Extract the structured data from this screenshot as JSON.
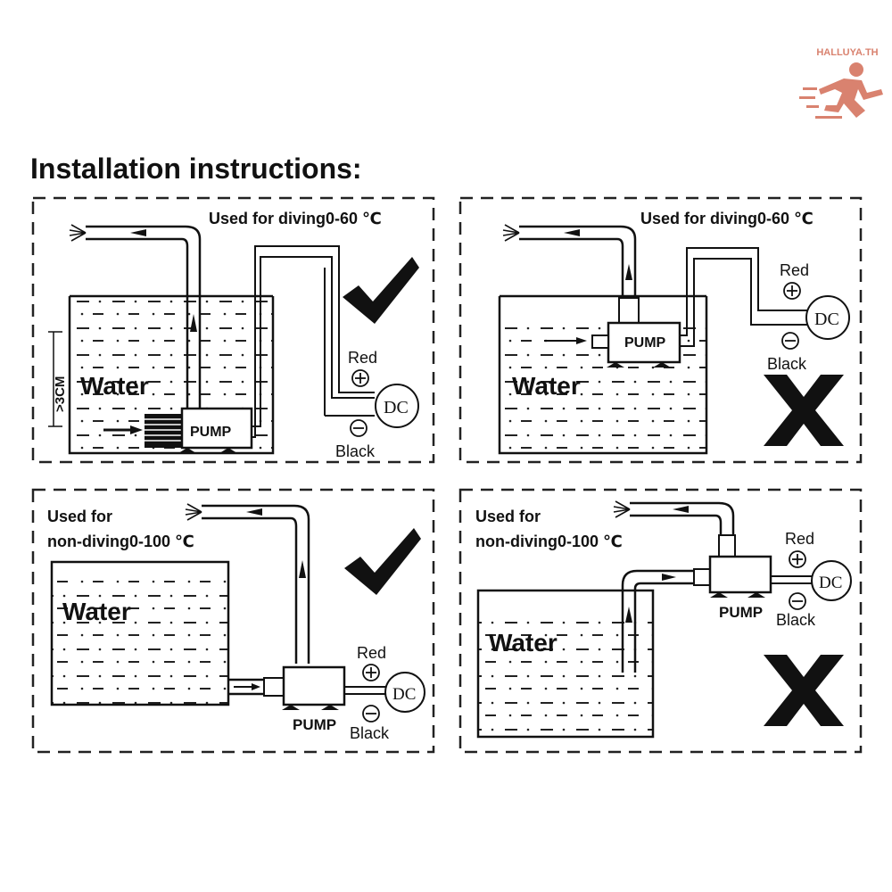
{
  "title": "Installation instructions:",
  "logo_text": "HALLUYA.TH",
  "colors": {
    "ink": "#111111",
    "logo": "#d9826f"
  },
  "water_label": "Water",
  "pump_label": "PUMP",
  "dc_label": "DC",
  "red_label": "Red",
  "black_label": "Black",
  "depth_label": ">3CM",
  "panels": [
    {
      "id": "p1",
      "caption": "Used for diving0-60 ℃",
      "verdict": "correct"
    },
    {
      "id": "p2",
      "caption": "Used for diving0-60 ℃",
      "verdict": "incorrect"
    },
    {
      "id": "p3",
      "caption_line1": "Used for",
      "caption_line2": "non-diving0-100 ℃",
      "verdict": "correct"
    },
    {
      "id": "p4",
      "caption_line1": "Used for",
      "caption_line2": "non-diving0-100 ℃",
      "verdict": "incorrect"
    }
  ]
}
